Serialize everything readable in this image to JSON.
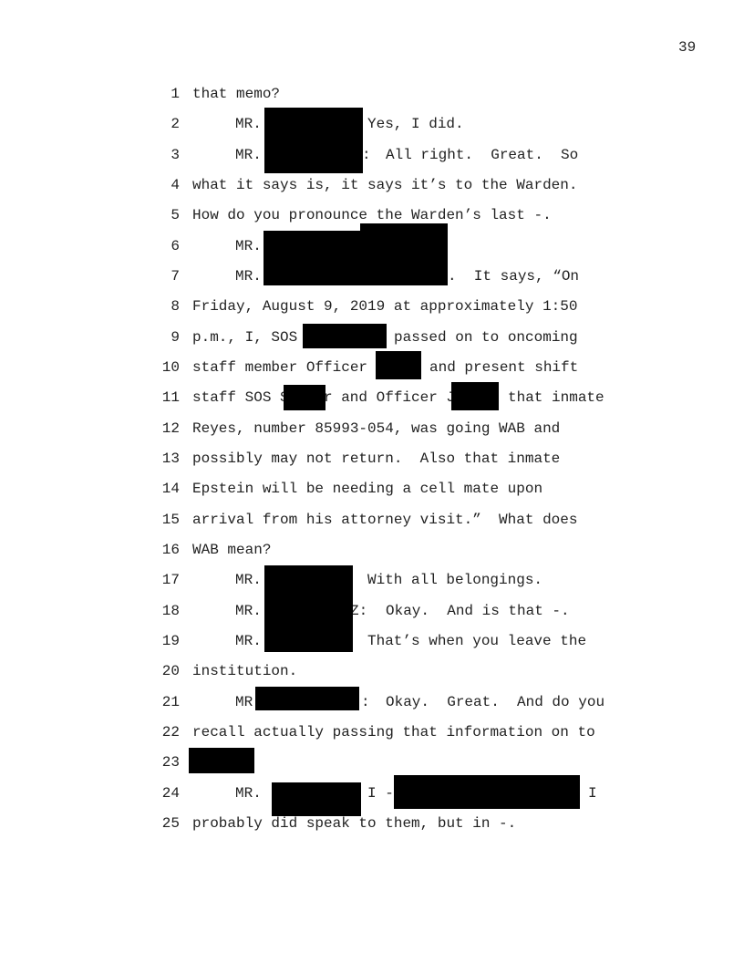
{
  "page_number": "39",
  "lines": [
    {
      "n": "1",
      "segments": [
        "that memo?"
      ]
    },
    {
      "n": "2",
      "segments": [
        "MR.",
        "Yes, I did."
      ]
    },
    {
      "n": "3",
      "segments": [
        "MR.",
        ":",
        "All right.  Great.  So"
      ]
    },
    {
      "n": "4",
      "segments": [
        "what it says is, it says it’s to the Warden."
      ]
    },
    {
      "n": "5",
      "segments": [
        "How do you pronounce the Warden’s last -."
      ]
    },
    {
      "n": "6",
      "segments": [
        "MR."
      ]
    },
    {
      "n": "7",
      "segments": [
        "MR.",
        ".  It says, “On"
      ]
    },
    {
      "n": "8",
      "segments": [
        "Friday, August 9, 2019 at approximately 1:50"
      ]
    },
    {
      "n": "9",
      "segments": [
        "p.m., I, SOS",
        "passed on to oncoming"
      ]
    },
    {
      "n": "10",
      "segments": [
        "staff member Officer",
        "and present shift"
      ]
    },
    {
      "n": "11",
      "segments": [
        "staff SOS S",
        "r and Officer J",
        "that inmate"
      ]
    },
    {
      "n": "12",
      "segments": [
        "Reyes, number 85993-054, was going WAB and"
      ]
    },
    {
      "n": "13",
      "segments": [
        "possibly may not return.  Also that inmate"
      ]
    },
    {
      "n": "14",
      "segments": [
        "Epstein will be needing a cell mate upon"
      ]
    },
    {
      "n": "15",
      "segments": [
        "arrival from his attorney visit.”  What does"
      ]
    },
    {
      "n": "16",
      "segments": [
        "WAB mean?"
      ]
    },
    {
      "n": "17",
      "segments": [
        "MR.",
        "With all belongings."
      ]
    },
    {
      "n": "18",
      "segments": [
        "MR.",
        "Z:",
        "Okay.  And is that -."
      ]
    },
    {
      "n": "19",
      "segments": [
        "MR.",
        "That’s when you leave the"
      ]
    },
    {
      "n": "20",
      "segments": [
        "institution."
      ]
    },
    {
      "n": "21",
      "segments": [
        "MR",
        ":",
        "Okay.  Great.  And do you"
      ]
    },
    {
      "n": "22",
      "segments": [
        "recall actually passing that information on to"
      ]
    },
    {
      "n": "23",
      "segments": []
    },
    {
      "n": "24",
      "segments": [
        "MR.",
        "I -",
        "I"
      ]
    },
    {
      "n": "25",
      "segments": [
        "probably did speak to them, but in -."
      ]
    }
  ]
}
